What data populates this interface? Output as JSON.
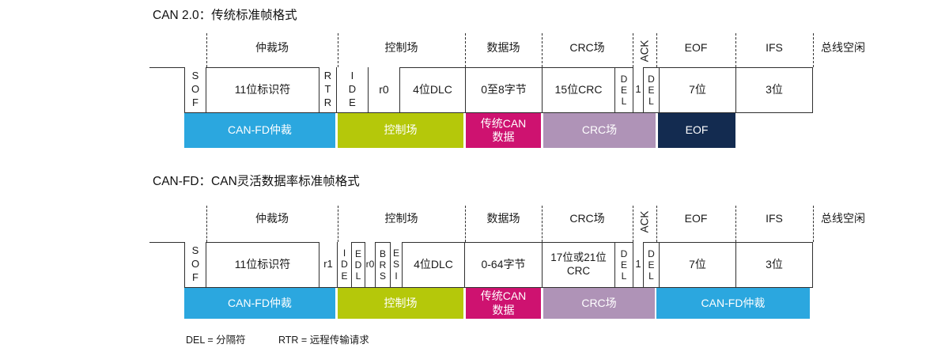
{
  "colors": {
    "blue": "#2BA7DF",
    "green": "#B5C80A",
    "magenta": "#CE1270",
    "purple": "#AF93B7",
    "navy": "#132B50",
    "line": "#2f2f2f",
    "band_text": "#ffffff"
  },
  "diagram1": {
    "title": "CAN 2.0：传统标准帧格式",
    "labels": {
      "arbitration": "仲裁场",
      "control": "控制场",
      "data": "数据场",
      "crc": "CRC场",
      "ack": "ACK",
      "eof": "EOF",
      "ifs": "IFS",
      "idle": "总线空闲"
    },
    "cells": {
      "sof": "S\nO\nF",
      "id": "11位标识符",
      "rtr": "R\nT\nR",
      "ide": "I\nD\nE",
      "r0": "r0",
      "dlc": "4位DLC",
      "data": "0至8字节",
      "crc": "15位CRC",
      "del1": "D\nE\nL",
      "ack_slot": "1",
      "del2": "D\nE\nL",
      "eof": "7位",
      "ifs": "3位"
    },
    "bands": {
      "arb": "CAN-FD仲裁",
      "ctrl": "控制场",
      "data": "传统CAN\n数据",
      "crc": "CRC场",
      "eof": "EOF"
    }
  },
  "diagram2": {
    "title": "CAN-FD：CAN灵活数据率标准帧格式",
    "labels": {
      "arbitration": "仲裁场",
      "control": "控制场",
      "data": "数据场",
      "crc": "CRC场",
      "ack": "ACK",
      "eof": "EOF",
      "ifs": "IFS",
      "idle": "总线空闲"
    },
    "cells": {
      "sof": "S\nO\nF",
      "id": "11位标识符",
      "r1": "r1",
      "ide": "I\nD\nE",
      "edl": "E\nD\nL",
      "r0": "r0",
      "brs": "B\nR\nS",
      "esi": "E\nS\nI",
      "dlc": "4位DLC",
      "data": "0-64字节",
      "crc": "17位或21位\nCRC",
      "del1": "D\nE\nL",
      "ack_slot": "1",
      "del2": "D\nE\nL",
      "eof": "7位",
      "ifs": "3位"
    },
    "bands": {
      "arb": "CAN-FD仲裁",
      "ctrl": "控制场",
      "data": "传统CAN\n数据",
      "crc": "CRC场",
      "fd": "CAN-FD仲裁"
    }
  },
  "legend": {
    "del": "DEL = 分隔符",
    "rtr": "RTR = 远程传输请求"
  }
}
